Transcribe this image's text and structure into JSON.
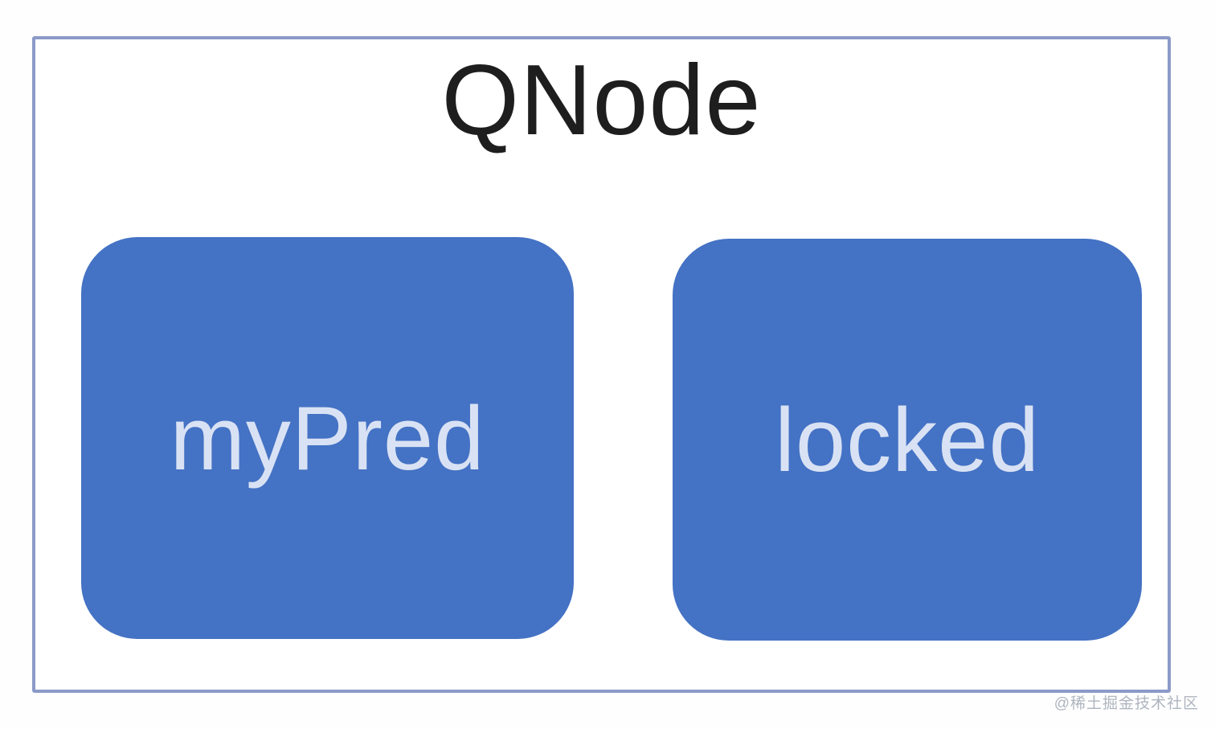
{
  "diagram": {
    "title": "QNode",
    "fields": [
      {
        "label": "myPred"
      },
      {
        "label": "locked"
      }
    ],
    "colors": {
      "field_fill": "#4472c4",
      "field_text": "#d9e2f4",
      "outer_border": "#8b9ac8",
      "title_text": "#1e1e1e"
    }
  },
  "watermark": {
    "text": "@稀土掘金技术社区"
  }
}
